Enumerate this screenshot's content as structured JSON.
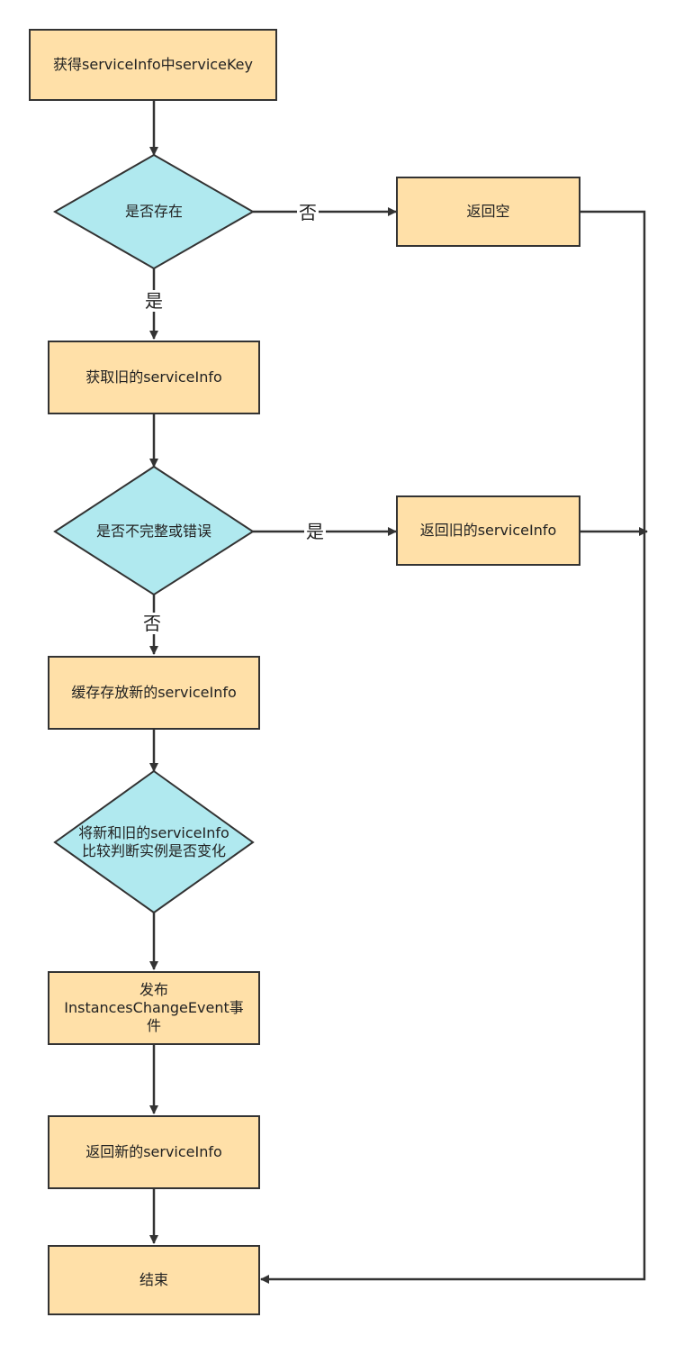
{
  "colors": {
    "box_fill": "#ffe0a8",
    "diamond_fill": "#b0e9ef",
    "stroke": "#333333"
  },
  "nodes": {
    "get_key": "获得serviceInfo中serviceKey",
    "exists": "是否存在",
    "return_empty": "返回空",
    "get_old": "获取旧的serviceInfo",
    "incomplete": "是否不完整或错误",
    "return_old": "返回旧的serviceInfo",
    "cache_new": "缓存存放新的serviceInfo",
    "compare_line1": "将新和旧的serviceInfo",
    "compare_line2": "比较判断实例是否变化",
    "publish_line1": "发布",
    "publish_line2": "InstancesChangeEvent事",
    "publish_line3": "件",
    "return_new": "返回新的serviceInfo",
    "end": "结束"
  },
  "edge_labels": {
    "exists_no": "否",
    "exists_yes": "是",
    "incomplete_yes": "是",
    "incomplete_no": "否"
  }
}
